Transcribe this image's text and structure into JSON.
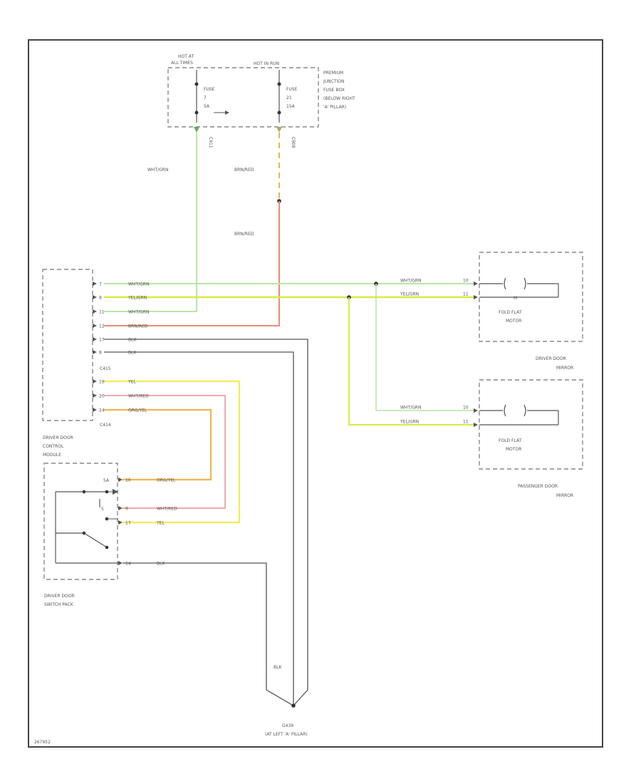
{
  "fuse_box": {
    "hot_left_1": "HOT AT",
    "hot_left_2": "ALL TIMES",
    "hot_right": "HOT IN RUN",
    "fuse1_title": "FUSE",
    "fuse1_num": "7",
    "fuse1_amp": "5A",
    "fuse2_title": "FUSE",
    "fuse2_num": "21",
    "fuse2_amp": "15A",
    "desc_1": "PREMIUM",
    "desc_2": "JUNCTION",
    "desc_3": "FUSE BOX",
    "desc_4": "(BELOW RIGHT",
    "desc_5": "'A' PILLAR)",
    "conn_left": "C911",
    "conn_right": "C908"
  },
  "wire_labels": {
    "whtgrn_top": "WHT/GRN",
    "brnred_top": "BRN/RED",
    "brnred_mid": "BRN/RED",
    "blk_ground": "BLK"
  },
  "control_module": {
    "connector_a": "C415",
    "connector_b": "C414",
    "title_1": "DRIVER DOOR",
    "title_2": "CONTROL",
    "title_3": "MODULE",
    "pins": [
      {
        "pin": "7",
        "wire": "WHT/GRN"
      },
      {
        "pin": "8",
        "wire": "YEL/GRN"
      },
      {
        "pin": "11",
        "wire": "WHT/GRN"
      },
      {
        "pin": "12",
        "wire": "BRN/RED"
      },
      {
        "pin": "17",
        "wire": "BLK"
      },
      {
        "pin": "8",
        "wire": "BLK"
      },
      {
        "pin": "19",
        "wire": "YEL"
      },
      {
        "pin": "20",
        "wire": "WHT/RED"
      },
      {
        "pin": "24",
        "wire": "ORG/YEL"
      }
    ]
  },
  "switch_pack": {
    "title_1": "DRIVER DOOR",
    "title_2": "SWITCH PACK",
    "pins": [
      {
        "pin": "10",
        "wire": "ORG/YEL",
        "contact": "5A"
      },
      {
        "pin": "9",
        "wire": "WHT/RED",
        "contact": "5"
      },
      {
        "pin": "17",
        "wire": "YEL",
        "contact": ""
      },
      {
        "pin": "14",
        "wire": "BLK",
        "contact": ""
      }
    ]
  },
  "driver_mirror": {
    "motor_1": "FOLD FLAT",
    "motor_2": "MOTOR",
    "title_1": "DRIVER DOOR",
    "title_2": "MIRROR",
    "wires": [
      {
        "pin": "10",
        "wire": "WHT/GRN"
      },
      {
        "pin": "11",
        "wire": "YEL/GRN"
      }
    ],
    "symbol": "M"
  },
  "passenger_mirror": {
    "motor_1": "FOLD FLAT",
    "motor_2": "MOTOR",
    "title_1": "PASSENGER DOOR",
    "title_2": "MIRROR",
    "wires": [
      {
        "pin": "10",
        "wire": "WHT/GRN"
      },
      {
        "pin": "11",
        "wire": "YEL/GRN"
      }
    ]
  },
  "ground": {
    "id": "G439",
    "location": "(AT LEFT 'A' PILLAR)"
  },
  "figure_id": "267952",
  "colors": {
    "wht_grn": "#b9e6a6",
    "yel_grn": "#d7ea43",
    "brn_red": "#f08a74",
    "yel": "#f2ec55",
    "wht_red": "#f2aaaa",
    "org_yel": "#eeb650",
    "blk": "#555555",
    "frame": "#444444"
  }
}
